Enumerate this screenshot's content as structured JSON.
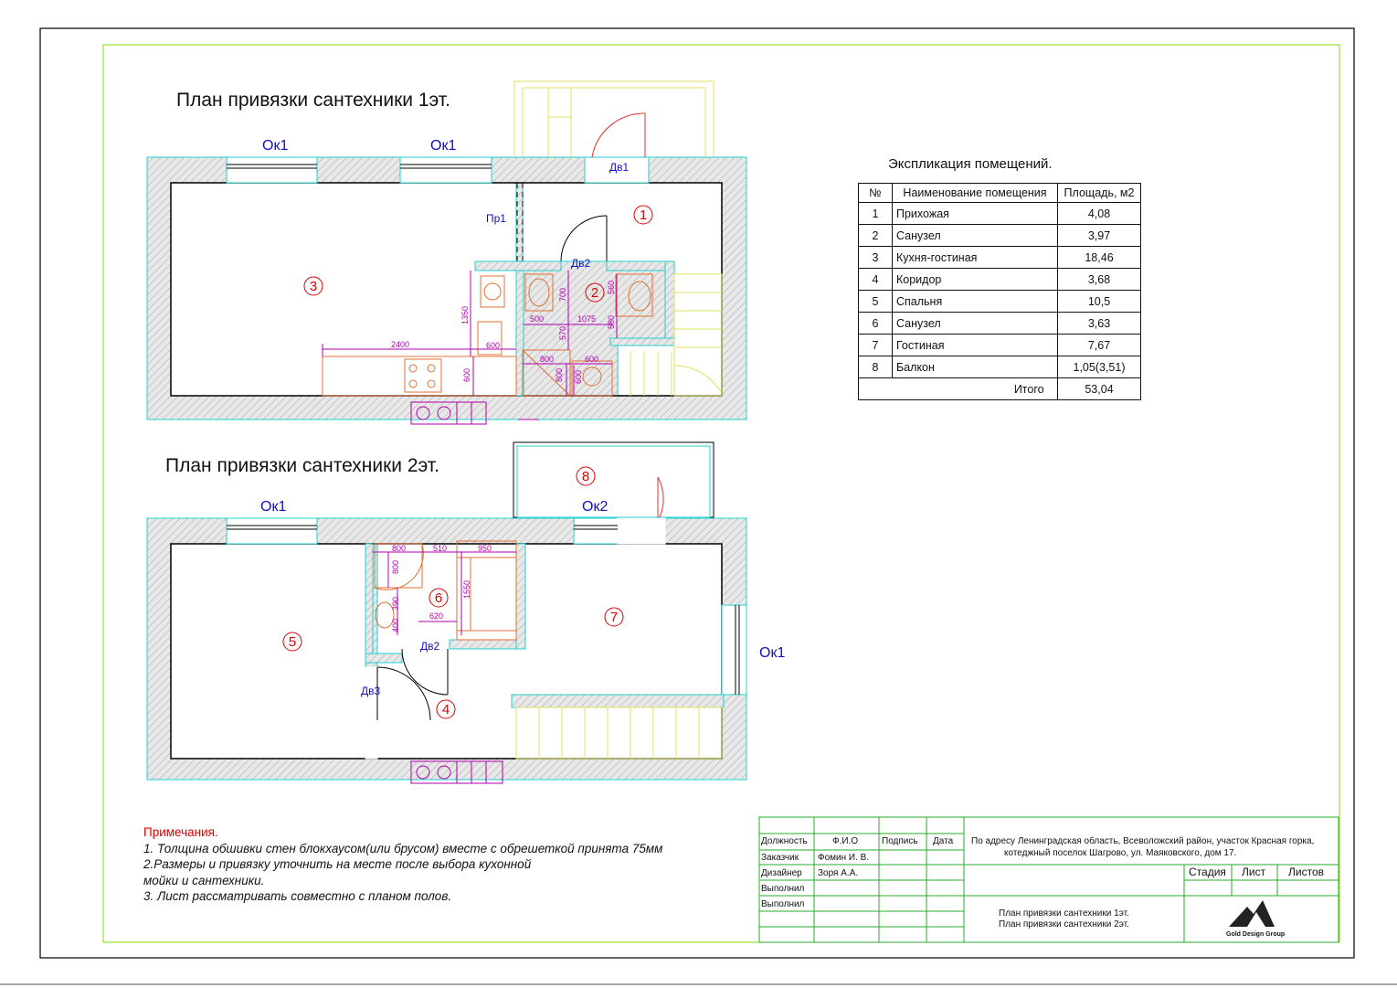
{
  "plan1": {
    "title": "План привязки сантехники 1эт.",
    "windows": [
      "Ок1",
      "Ок1"
    ],
    "doors": [
      "Дв1",
      "Пр1",
      "Дв2"
    ],
    "rooms": [
      "1",
      "2",
      "3"
    ],
    "dims": [
      "2400",
      "600",
      "1350",
      "600",
      "500",
      "1075",
      "700",
      "570",
      "560",
      "580",
      "800",
      "600",
      "800",
      "600"
    ]
  },
  "plan2": {
    "title": "План привязки сантехники 2эт.",
    "windows": [
      "Ок1",
      "Ок2",
      "Ок1"
    ],
    "doors": [
      "Дв2",
      "Дв3"
    ],
    "rooms": [
      "8",
      "6",
      "7",
      "5",
      "4"
    ],
    "dims": [
      "800",
      "510",
      "950",
      "800",
      "1550",
      "390",
      "400",
      "620"
    ]
  },
  "explication": {
    "title": "Экспликация помещений.",
    "headers": [
      "№",
      "Наименование помещения",
      "Площадь, м2"
    ],
    "rows": [
      {
        "n": "1",
        "name": "Прихожая",
        "area": "4,08"
      },
      {
        "n": "2",
        "name": "Санузел",
        "area": "3,97"
      },
      {
        "n": "3",
        "name": "Кухня-гостиная",
        "area": "18,46"
      },
      {
        "n": "4",
        "name": "Коридор",
        "area": "3,68"
      },
      {
        "n": "5",
        "name": "Спальня",
        "area": "10,5"
      },
      {
        "n": "6",
        "name": "Санузел",
        "area": "3,63"
      },
      {
        "n": "7",
        "name": "Гостиная",
        "area": "7,67"
      },
      {
        "n": "8",
        "name": "Балкон",
        "area": "1,05(3,51)"
      }
    ],
    "total_label": "Итого",
    "total_value": "53,04"
  },
  "notes": {
    "title": "Примечания.",
    "line1": "1. Толщина обшивки стен блокхаусом(или брусом) вместе с обрешеткой принята 75мм",
    "line2": "2.Размеры и привязку уточнить на месте после выбора кухонной",
    "line3": "мойки и сантехники.",
    "line4": "3. Лист рассматривать совместно с планом полов."
  },
  "stamp": {
    "col_position": "Должность",
    "col_name": "Ф.И.О",
    "col_sign": "Подпись",
    "col_date": "Дата",
    "row_customer": "Заказчик",
    "customer_name": "Фомин И. В.",
    "row_designer": "Дизайнер",
    "designer_name": "Зоря А.А.",
    "row_done1": "Выполнил",
    "row_done2": "Выполнил",
    "address_line1": "По адресу Ленинградская область, Всеволожский район, участок Красная горка,",
    "address_line2": "котеджный поселок Шагрово, ул. Маяковского, дом 17.",
    "stage": "Стадия",
    "sheet": "Лист",
    "sheets": "Листов",
    "sheet_title1": "План привязки сантехники 1эт.",
    "sheet_title2": "План привязки сантехники 2эт.",
    "logo_text": "Gold Design Group"
  },
  "colors": {
    "frame": "#000000",
    "inner_frame": "#7fe000",
    "wall_hatch": "#22d0d0",
    "dimension": "#b000b0",
    "room_number": "#e00000",
    "label": "#1010c0",
    "stair": "#e0e060",
    "fixture": "#e07030"
  }
}
